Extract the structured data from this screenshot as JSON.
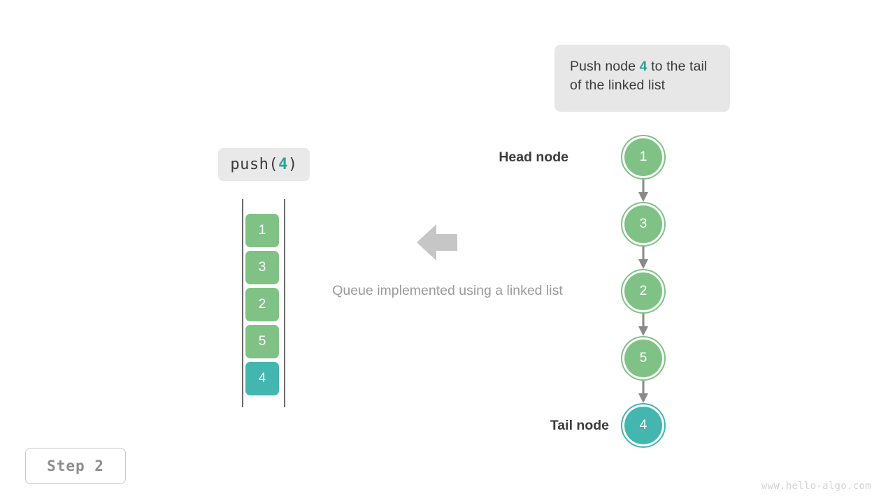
{
  "callout": {
    "text_before": "Push node ",
    "highlight": "4",
    "text_after": " to the tail of the linked list"
  },
  "operation": {
    "name": "push(",
    "argument": "4",
    "close": ")"
  },
  "queue": {
    "cells": [
      {
        "value": "1",
        "state": "green"
      },
      {
        "value": "3",
        "state": "green"
      },
      {
        "value": "2",
        "state": "green"
      },
      {
        "value": "5",
        "state": "green"
      },
      {
        "value": "4",
        "state": "teal"
      }
    ]
  },
  "caption": "Queue implemented using a linked list",
  "arrow": {
    "icon": "arrow-left-icon",
    "direction": "left",
    "color": "#c6c6c6"
  },
  "linked_list": {
    "nodes": [
      {
        "value": "1",
        "state": "green"
      },
      {
        "value": "3",
        "state": "green"
      },
      {
        "value": "2",
        "state": "green"
      },
      {
        "value": "5",
        "state": "green"
      },
      {
        "value": "4",
        "state": "teal"
      }
    ],
    "head_label": "Head node",
    "tail_label": "Tail node"
  },
  "step_badge": "Step 2",
  "watermark": "www.hello-algo.com",
  "colors": {
    "green": "#80c286",
    "teal": "#44b6b0",
    "accent_text": "#2f9f95",
    "chip_background": "#e9e9e9",
    "callout_background": "#e7e7e7",
    "connector": "#8a8a8a",
    "muted_text": "#9a9a9a"
  }
}
